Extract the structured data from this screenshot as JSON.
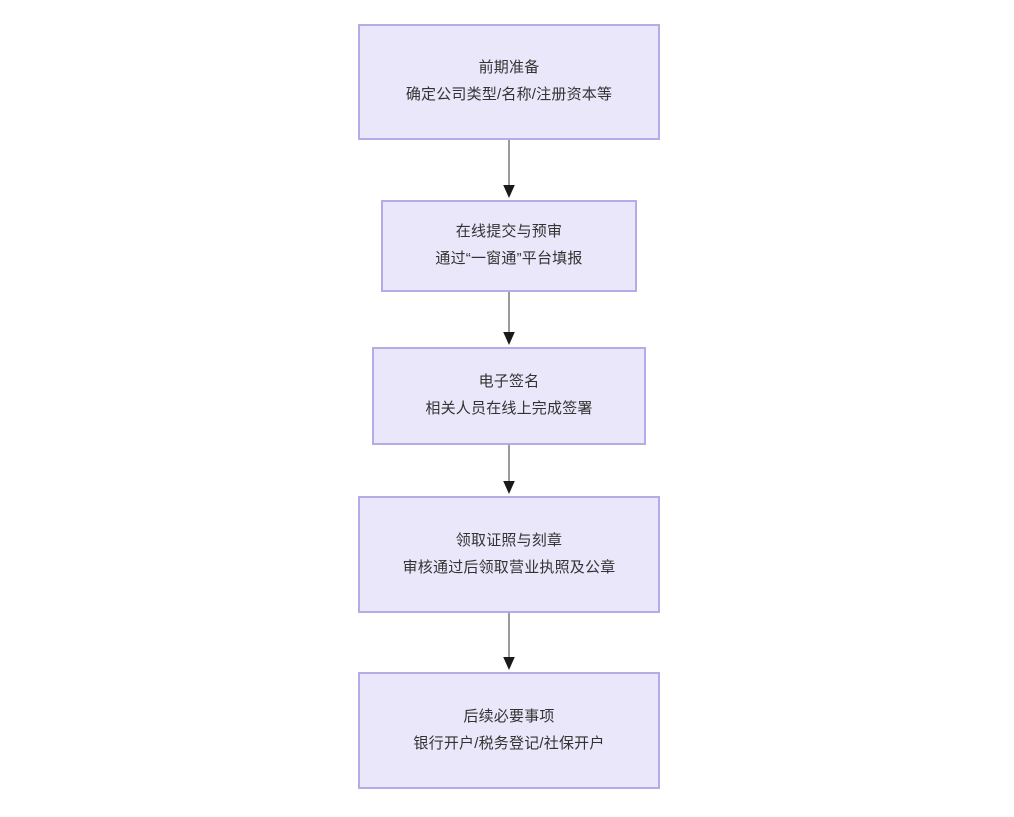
{
  "diagram": {
    "type": "flowchart",
    "orientation": "top-to-bottom",
    "background_color": "#ffffff",
    "node_fill_color": "#e9e7f9",
    "node_border_color": "#b8a9e8",
    "text_color": "#333333",
    "connector_color": "#808080",
    "arrowhead_color": "#1a1a1a",
    "nodes": [
      {
        "id": "step-1",
        "title": "前期准备",
        "detail": "确定公司类型/名称/注册资本等"
      },
      {
        "id": "step-2",
        "title": "在线提交与预审",
        "detail": "通过“一窗通”平台填报"
      },
      {
        "id": "step-3",
        "title": "电子签名",
        "detail": "相关人员在线上完成签署"
      },
      {
        "id": "step-4",
        "title": "领取证照与刻章",
        "detail": "审核通过后领取营业执照及公章"
      },
      {
        "id": "step-5",
        "title": "后续必要事项",
        "detail": "银行开户/税务登记/社保开户"
      }
    ],
    "edges": [
      {
        "id": "edge-1-2",
        "from": "step-1",
        "to": "step-2"
      },
      {
        "id": "edge-2-3",
        "from": "step-2",
        "to": "step-3"
      },
      {
        "id": "edge-3-4",
        "from": "step-3",
        "to": "step-4"
      },
      {
        "id": "edge-4-5",
        "from": "step-4",
        "to": "step-5"
      }
    ]
  }
}
